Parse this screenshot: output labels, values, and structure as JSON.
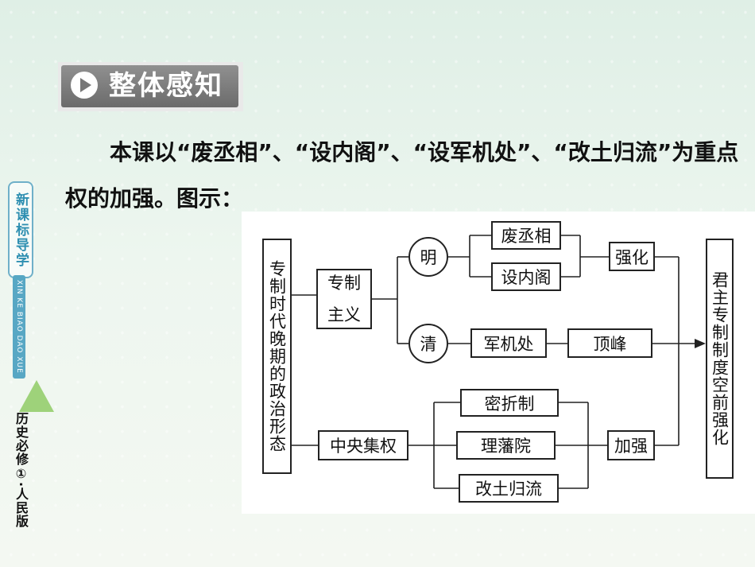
{
  "spine": {
    "series_name": "新课标导学",
    "pinyin": "XIN KE BIAO DAO XUE",
    "book": "历史必修①·人民版"
  },
  "header": {
    "title": "整体感知",
    "icon": "play-icon"
  },
  "intro": {
    "line1": "本课以“废丞相”、“设内阁”、“设军机处”、“改土归流”为重点",
    "line2": "权的加强。图示："
  },
  "diagram": {
    "root": "专制时代晚期的政治形态",
    "autocracy": "专制主义",
    "centralization": "中央集权",
    "ming": "明",
    "qing": "清",
    "abolish_chancellor": "废丞相",
    "set_cabinet": "设内阁",
    "grand_council": "军机处",
    "strengthen_1": "强化",
    "peak": "顶峰",
    "secret_memorial": "密折制",
    "lifanyuan": "理藩院",
    "gaitu_guiliu": "改土归流",
    "strengthen_2": "加强",
    "result": "君主专制制度空前强化"
  },
  "colors": {
    "spine_blue": "#2f8fb1",
    "header_gray": "#777777"
  }
}
